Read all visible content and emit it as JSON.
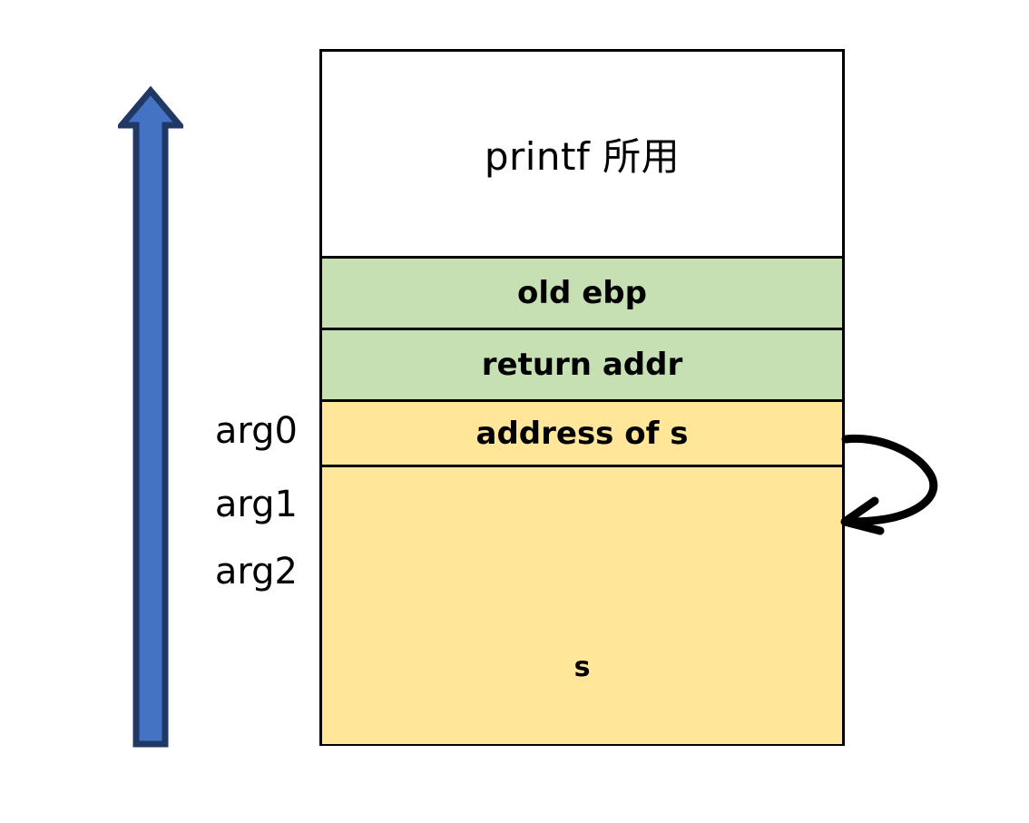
{
  "diagram": {
    "title": "printf stack frame layout",
    "background_color": "#ffffff",
    "colors": {
      "green_fill": "#c6e0b4",
      "yellow_fill": "#ffe699",
      "border": "#000000",
      "arrow_fill": "#4472c4",
      "arrow_outline": "#1f3864",
      "curve_stroke": "#000000"
    },
    "growth_arrow": {
      "name": "stack-growth-arrow",
      "direction": "up",
      "fill": "#4472c4",
      "outline": "#1f3864"
    },
    "rows": [
      {
        "id": "printf",
        "label": "printf 所用",
        "fill": "#ffffff",
        "bold": false
      },
      {
        "id": "old_ebp",
        "label": "old ebp",
        "fill": "#c6e0b4",
        "bold": true
      },
      {
        "id": "return_addr",
        "label": "return addr",
        "fill": "#c6e0b4",
        "bold": true
      },
      {
        "id": "address_of_s",
        "label": "address of s",
        "fill": "#ffe699",
        "bold": true
      },
      {
        "id": "buffer_s",
        "label": "s",
        "fill": "#ffe699",
        "bold": true
      }
    ],
    "arg_labels": [
      {
        "id": "arg0",
        "label": "arg0"
      },
      {
        "id": "arg1",
        "label": "arg1"
      },
      {
        "id": "arg2",
        "label": "arg2"
      }
    ],
    "pointer_arrow": {
      "name": "address-of-s-points-to-s",
      "from_row": "address_of_s",
      "to_row": "buffer_s",
      "style": "hand-drawn-curve",
      "stroke": "#000000"
    }
  }
}
